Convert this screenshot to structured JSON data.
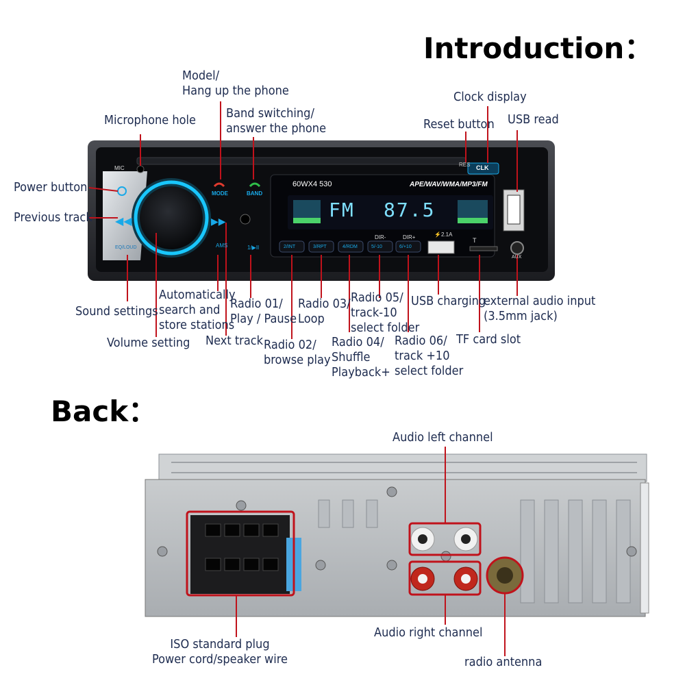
{
  "headings": {
    "introduction": "Introduction：",
    "back": "Back："
  },
  "front_labels": {
    "model": "Model/\nHang up the phone",
    "band": "Band switching/\nanswer the phone",
    "mic_hole": "Microphone hole",
    "clock": "Clock display",
    "reset": "Reset button",
    "usb_read": "USB read",
    "power": "Power button",
    "prev": "Previous track",
    "sound": "Sound settings",
    "auto": "Automatically\nsearch and\nstore stations",
    "radio01": "Radio 01/\nPlay / Pause",
    "radio03": "Radio 03/\nLoop",
    "radio05": "Radio 05/\ntrack-10\nselect folder",
    "usb_charging": "USB charging",
    "ext_audio": "external audio input\n(3.5mm jack)",
    "volume": "Volume setting",
    "next": "Next track",
    "radio02": "Radio 02/\nbrowse play",
    "radio04": "Radio 04/\nShuffle\nPlayback+",
    "radio06": "Radio 06/\ntrack +10\nselect folder",
    "tf_card": "TF card slot"
  },
  "device_text": {
    "mic": "MIC",
    "mode": "MODE",
    "band": "BAND",
    "ams": "AMS",
    "eq": "EQ/LOUD",
    "res": "RES",
    "clk": "CLK",
    "model_no": "60WX4  530",
    "formats": "APE/WAV/WMA/MP3/FM",
    "btn1": "1/▶II",
    "btn2": "2/INT",
    "btn3": "3/RPT",
    "btn4": "4/RDM",
    "btn5": "5/-10",
    "btn6": "6/+10",
    "dir_minus": "DIR-",
    "dir_plus": "DIR+",
    "usb_amp": "⚡2.1A",
    "t": "T",
    "aux": "AUX",
    "display_fm": "FM",
    "display_freq": "87.5"
  },
  "back_labels": {
    "audio_left": "Audio left channel",
    "audio_right": "Audio right channel",
    "iso": "ISO standard plug\nPower cord/speaker wire",
    "antenna": "radio antenna"
  },
  "colors": {
    "pointer": "#c0121b",
    "label_text": "#1d2b4f",
    "knob_ring": "#19c7ff",
    "display_cyan": "#7fe0ff"
  }
}
